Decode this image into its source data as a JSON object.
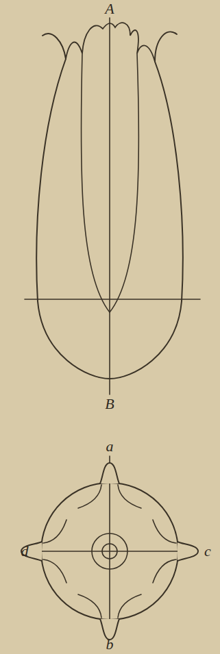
{
  "diagram": {
    "labels": [
      "A",
      "B",
      "a",
      "d",
      "c",
      "b"
    ]
  }
}
